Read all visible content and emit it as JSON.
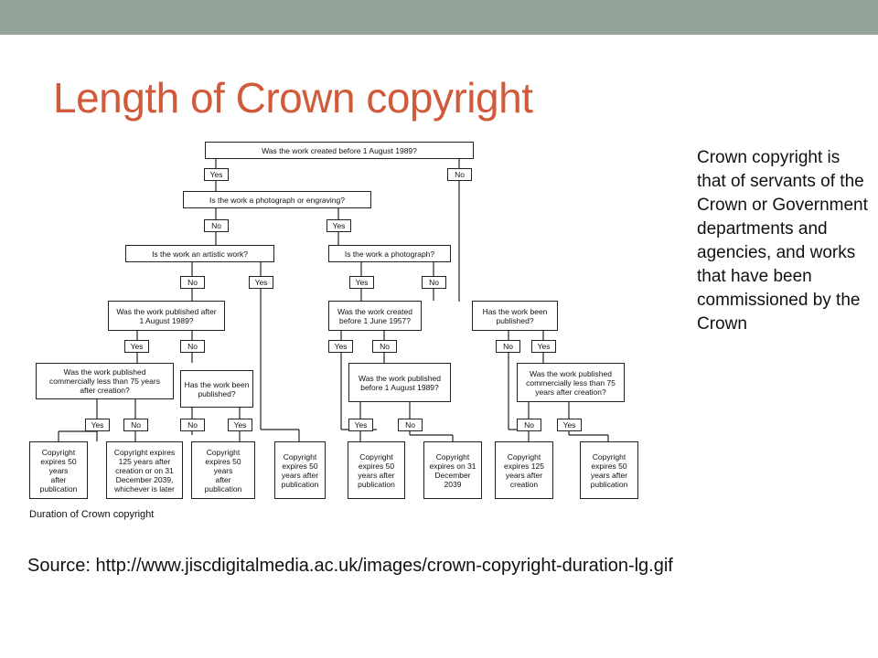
{
  "slide": {
    "title": "Length of Crown copyright",
    "side_note": "Crown copyright is that of servants of the Crown or Government departments and agencies, and works that have been commissioned by the Crown",
    "source": "Source: http://www.jiscdigitalmedia.ac.uk/images/crown-copyright-duration-lg.gif"
  },
  "flowchart": {
    "caption": "Duration of Crown copyright",
    "questions": {
      "q1": "Was the work created before 1 August 1989?",
      "q2": "Is the work a photograph or engraving?",
      "q3": "Is the work an artistic work?",
      "q4": "Is the work a photograph?",
      "q5": "Was the work published after\n1 August 1989?",
      "q6": "Was the work created\nbefore 1 June 1957?",
      "q7": "Has the work been\npublished?",
      "q8": "Was the work published\ncommercially less than 75 years\nafter creation?",
      "q9": "Has the work been\npublished?",
      "q10": "Was the work published\nbefore 1 August 1989?",
      "q11": "Was the work published\ncommercially less than 75\nyears after creation?"
    },
    "labels": {
      "yes": "Yes",
      "no": "No"
    },
    "outcomes": {
      "o1": "Copyright\nexpires 50 years\nafter publication",
      "o2": "Copyright expires\n125 years after\ncreation or on 31\nDecember 2039,\nwhichever is later",
      "o3": "Copyright\nexpires 50 years\nafter\npublication",
      "o4": "Copyright\nexpires 50\nyears after\npublication",
      "o5": "Copyright\nexpires 50\nyears after\npublication",
      "o6": "Copyright\nexpires on 31\nDecember\n2039",
      "o7": "Copyright\nexpires 125\nyears after\ncreation",
      "o8": "Copyright\nexpires 50\nyears after\npublication"
    }
  }
}
